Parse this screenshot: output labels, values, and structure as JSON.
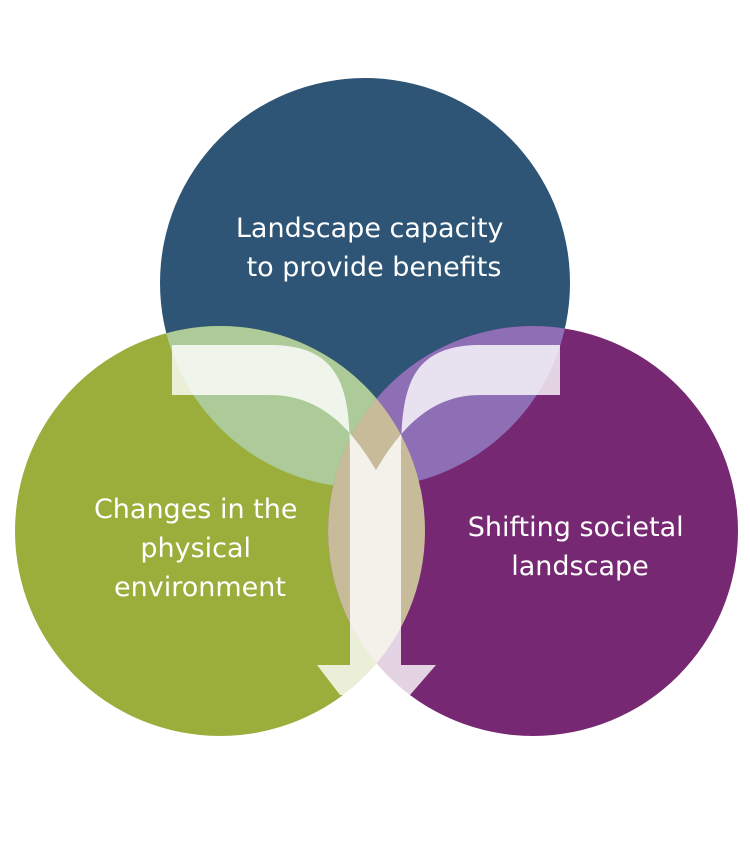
{
  "diagram": {
    "top_circle": {
      "lines": [
        "Landscape capacity",
        "to provide benefits"
      ],
      "color": "#2e5576"
    },
    "left_circle": {
      "lines": [
        "Changes in the",
        "physical",
        "environment"
      ],
      "color": "#9bad3a"
    },
    "right_circle": {
      "lines": [
        "Shifting societal",
        "landscape"
      ],
      "color": "#772873"
    },
    "overlap_colors": {
      "top_left": "#adcb98",
      "top_right": "#8e6eb4",
      "left_right": "#c8bb9a"
    },
    "arrow_color": "#ffffff"
  }
}
